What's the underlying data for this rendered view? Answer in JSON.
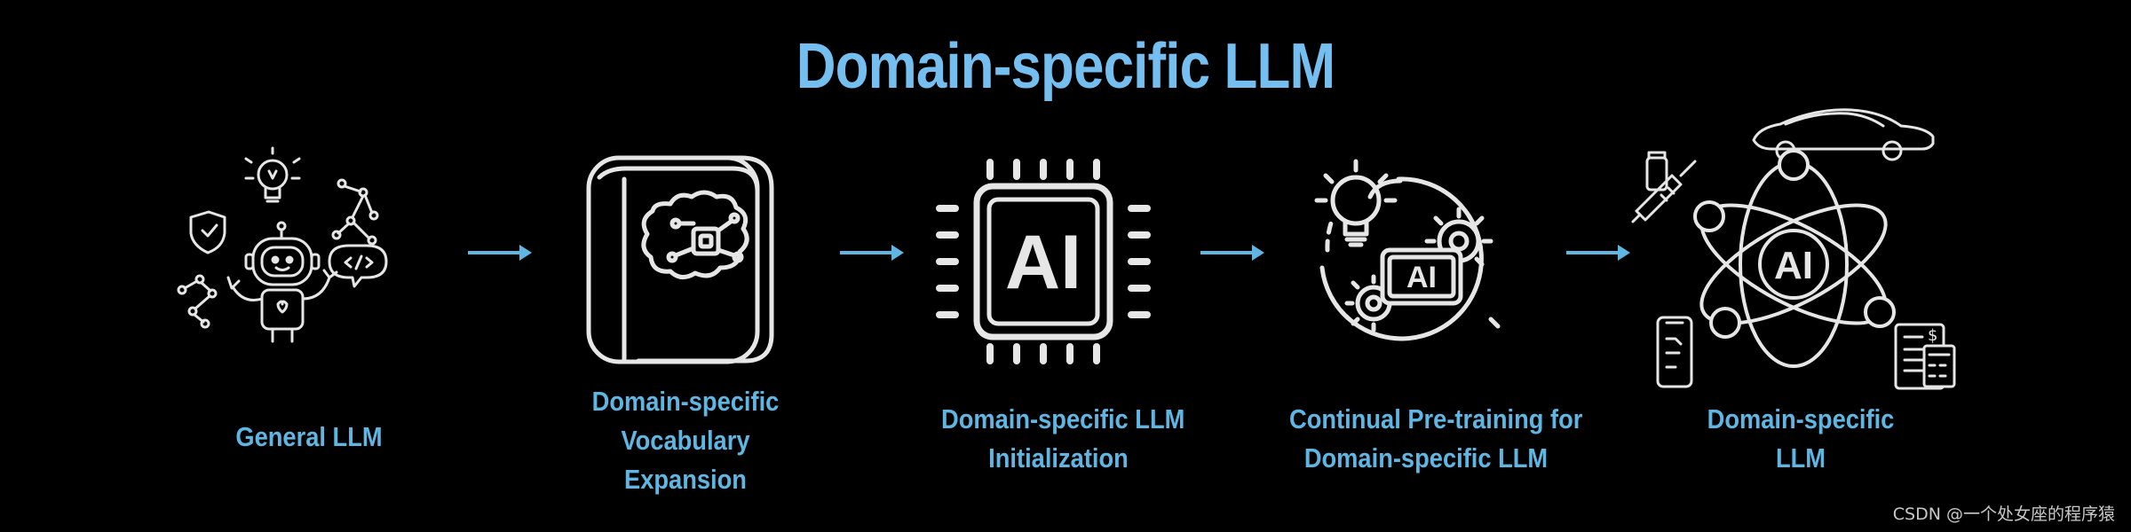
{
  "title": "Domain-specific LLM",
  "steps": [
    {
      "icon": "robot-icon",
      "lines": [
        "General LLM"
      ]
    },
    {
      "icon": "book-brain-icon",
      "lines": [
        "Domain-specific",
        "Vocabulary",
        "Expansion"
      ]
    },
    {
      "icon": "ai-chip-icon",
      "lines": [
        "Domain-specific LLM",
        "Initialization"
      ]
    },
    {
      "icon": "ai-gears-lightbulb-icon",
      "lines": [
        "Continual Pre-training for",
        "Domain-specific LLM"
      ]
    },
    {
      "icon": "ai-atom-domains-icon",
      "lines": [
        "Domain-specific",
        "LLM"
      ]
    }
  ],
  "chip_text": "AI",
  "watermark": "CSDN @一个处女座的程序猿",
  "colors": {
    "accent": "#74bff0",
    "label": "#5fb6e3",
    "line_art": "#e6e6e6",
    "background": "#000000"
  }
}
